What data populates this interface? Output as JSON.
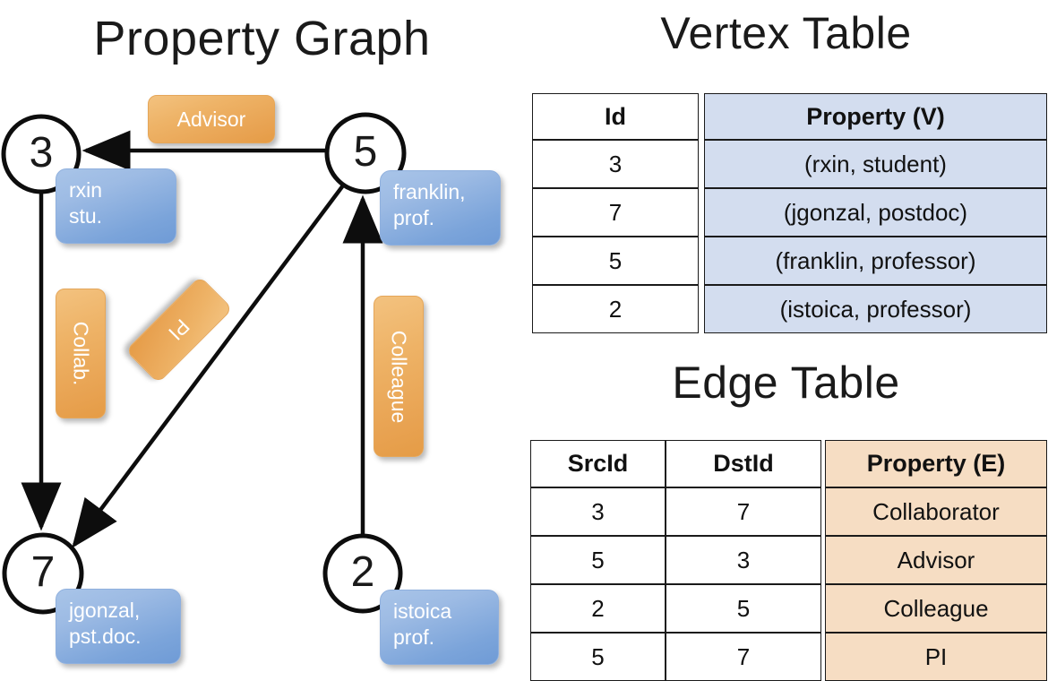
{
  "titles": {
    "property_graph": "Property Graph",
    "vertex_table": "Vertex Table",
    "edge_table": "Edge Table"
  },
  "colors": {
    "vertex_property_fill": "#d3ddef",
    "edge_property_fill": "#f6ddc3",
    "vertex_box": "#7ba4da",
    "edge_label_box": "#e8a251",
    "stroke": "#1a1a1a"
  },
  "graph": {
    "nodes": [
      {
        "id": "3",
        "label": "3",
        "property_line1": "rxin",
        "property_line2": "stu."
      },
      {
        "id": "5",
        "label": "5",
        "property_line1": "franklin,",
        "property_line2": "prof."
      },
      {
        "id": "7",
        "label": "7",
        "property_line1": "jgonzal,",
        "property_line2": "pst.doc."
      },
      {
        "id": "2",
        "label": "2",
        "property_line1": "istoica",
        "property_line2": "prof."
      }
    ],
    "edge_labels": [
      {
        "name": "advisor",
        "text": "Advisor"
      },
      {
        "name": "collab",
        "text": "Collab."
      },
      {
        "name": "pi",
        "text": "PI"
      },
      {
        "name": "colleague",
        "text": "Colleague"
      }
    ],
    "edges": [
      {
        "from": "5",
        "to": "3",
        "label": "Advisor"
      },
      {
        "from": "3",
        "to": "7",
        "label": "Collab."
      },
      {
        "from": "5",
        "to": "7",
        "label": "PI"
      },
      {
        "from": "2",
        "to": "5",
        "label": "Colleague"
      }
    ]
  },
  "vertex_table": {
    "headers": [
      "Id",
      "Property (V)"
    ],
    "rows": [
      [
        "3",
        "(rxin, student)"
      ],
      [
        "7",
        "(jgonzal, postdoc)"
      ],
      [
        "5",
        "(franklin, professor)"
      ],
      [
        "2",
        "(istoica, professor)"
      ]
    ]
  },
  "edge_table": {
    "headers": [
      "SrcId",
      "DstId",
      "Property (E)"
    ],
    "rows": [
      [
        "3",
        "7",
        "Collaborator"
      ],
      [
        "5",
        "3",
        "Advisor"
      ],
      [
        "2",
        "5",
        "Colleague"
      ],
      [
        "5",
        "7",
        "PI"
      ]
    ]
  }
}
